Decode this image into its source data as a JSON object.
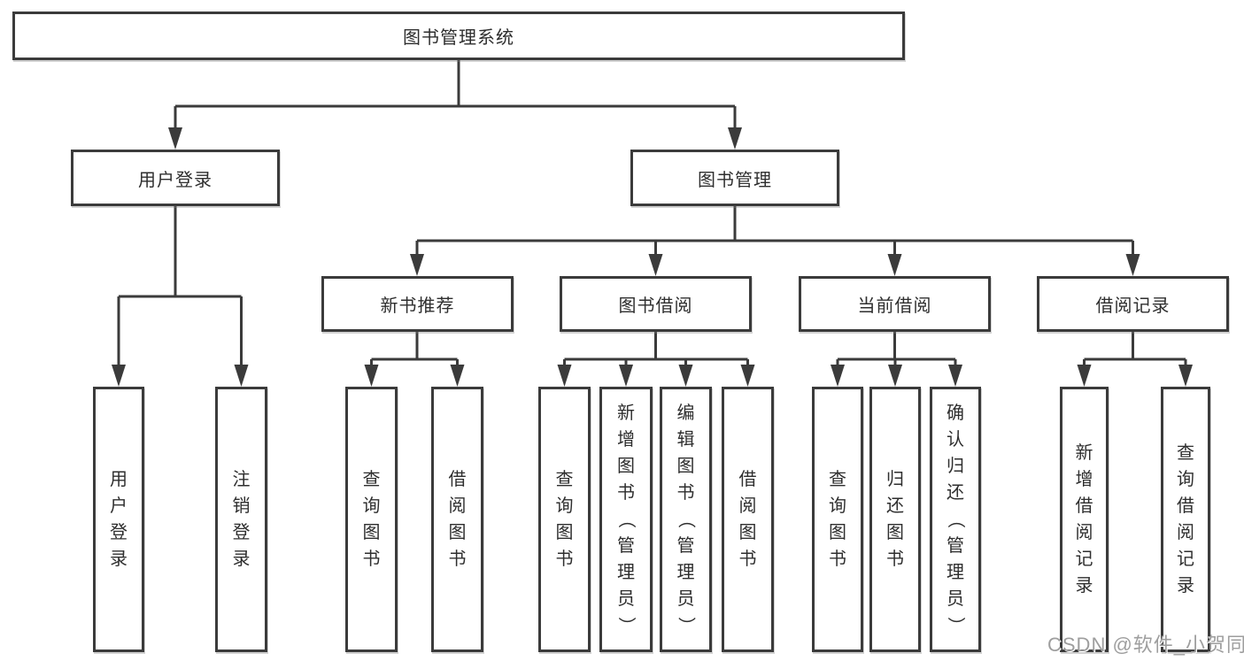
{
  "root": {
    "label": "图书管理系统"
  },
  "level2": {
    "user_login": {
      "label": "用户登录"
    },
    "book_mgmt": {
      "label": "图书管理"
    }
  },
  "level3": {
    "new_books": {
      "label": "新书推荐"
    },
    "borrowing": {
      "label": "图书借阅"
    },
    "current": {
      "label": "当前借阅"
    },
    "records": {
      "label": "借阅记录"
    }
  },
  "leaves": {
    "user_login": {
      "label": "用户登录"
    },
    "logout": {
      "label": "注销登录"
    },
    "nb_query": {
      "label": "查询图书"
    },
    "nb_borrow": {
      "label": "借阅图书"
    },
    "bb_query": {
      "label": "查询图书"
    },
    "bb_add": {
      "label": "新增图书（管理员）"
    },
    "bb_edit": {
      "label": "编辑图书（管理员）"
    },
    "bb_borrow": {
      "label": "借阅图书"
    },
    "cb_query": {
      "label": "查询图书"
    },
    "cb_return": {
      "label": "归还图书"
    },
    "cb_confirm": {
      "label": "确认归还（管理员）"
    },
    "br_add": {
      "label": "新增借阅记录"
    },
    "br_query": {
      "label": "查询借阅记录"
    }
  },
  "watermark": "CSDN @软件_小贺同学",
  "colors": {
    "line": "#3b3b3b",
    "text": "#2e2e2e",
    "watermark": "#9e9e9e",
    "background": "#ffffff"
  }
}
